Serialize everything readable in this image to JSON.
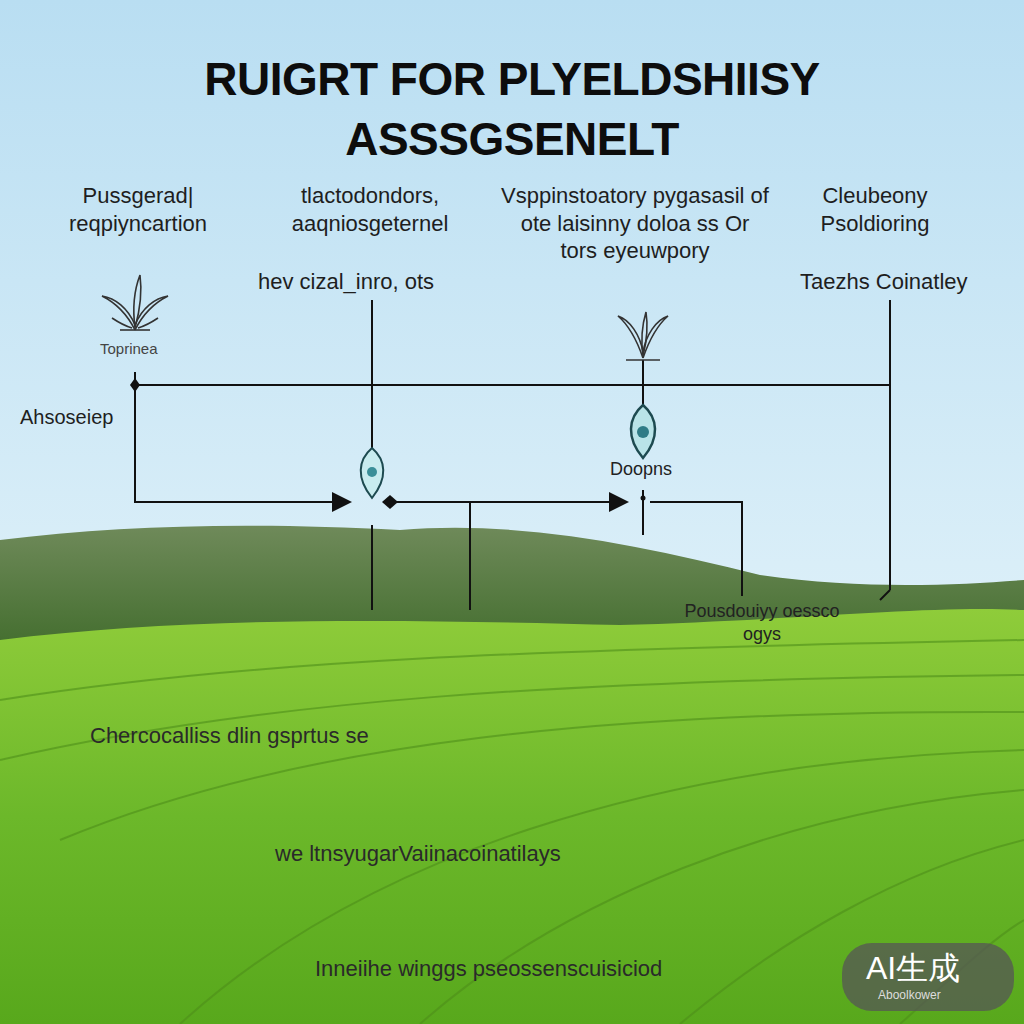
{
  "diagram": {
    "title": "RUIGRT FOR PLYELDSHIISY ASSSGSENELT",
    "labels": [
      "Pussgerad| reqpiyncartion",
      "tlactodondors, aaqniosgeternel",
      "hev cizal_inro, ots",
      "Vsppinstoatory pygasasil of ote laisinny doloa ss Or tors eyeuwpory",
      "Cleubeony Psoldioring",
      "Taezhs Coinatley",
      "Toprinea",
      "Ahsoseiep",
      "Doopns",
      "Pousdouiyy oessco ogys",
      "Chercocalliss dlin gsprtus se",
      "we ltnsyugarVaiinacoinatilays",
      "Inneiihe winggs pseossenscuisiciod",
      "AI生成",
      "Aboolkower"
    ]
  }
}
